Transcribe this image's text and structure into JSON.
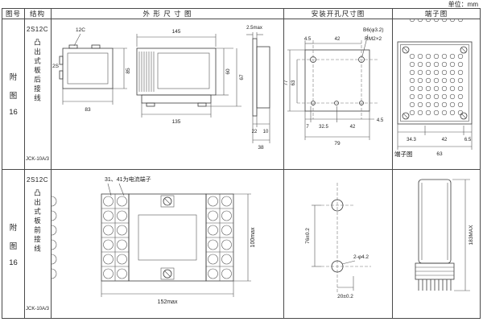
{
  "page": {
    "unit_label": "单位：mm"
  },
  "headers": {
    "fig": "图号",
    "structure": "结构",
    "outline": "外 形 尺 寸 图",
    "mounting": "安装开孔尺寸图",
    "terminal": "端子图"
  },
  "row1": {
    "fig_no": {
      "l1": "附",
      "l2": "图",
      "l3": "16"
    },
    "structure": {
      "model": "2S12C",
      "mount_type": "凸出式板后接线",
      "code": "JCK-10A/3"
    },
    "outline": {
      "label_12c": "12C",
      "label_2s": "2S",
      "dim_83": "83",
      "dim_85": "85",
      "dim_145": "145",
      "dim_135": "135",
      "dim_60": "60",
      "dim_67": "67",
      "dim_25max": "2.5max",
      "dim_22": "22",
      "dim_10": "10",
      "dim_38": "38"
    },
    "mounting": {
      "dim_45_top": "4.5",
      "dim_42_top": "42",
      "label_b6": "B6(φ3.2)",
      "label_rm": "RM2×2",
      "dim_77": "77",
      "dim_63": "63",
      "dim_7": "7",
      "dim_325": "32.5",
      "dim_42_bot": "42",
      "dim_45_bot": "4.5",
      "dim_79": "79"
    },
    "terminal": {
      "dim_343": "34.3",
      "dim_42": "42",
      "dim_65": "6.5",
      "dim_63": "63",
      "caption": "端子图"
    }
  },
  "row2": {
    "fig_no": {
      "l1": "附",
      "l2": "图",
      "l3": "16"
    },
    "structure": {
      "model": "2S12C",
      "mount_type": "凸出式板前接线",
      "code": "JCK-10A/3"
    },
    "outline": {
      "note": "31、41为电流端子",
      "dim_152": "152max",
      "dim_100": "100max"
    },
    "mounting": {
      "dim_76": "76±0.2",
      "label_phi": "2-φ4.2",
      "dim_20": "20±0.2"
    },
    "terminal": {
      "dim_183": "183MAX"
    }
  }
}
